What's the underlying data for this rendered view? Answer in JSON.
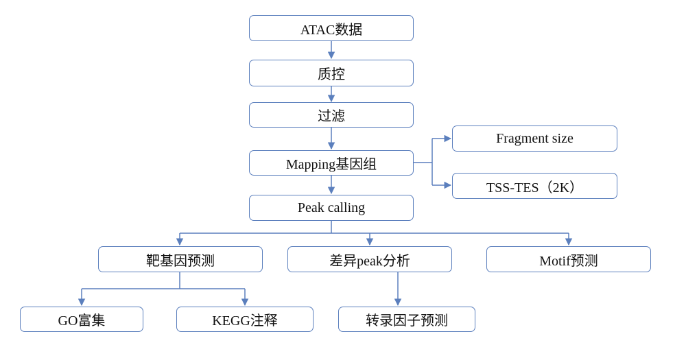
{
  "colors": {
    "border": "#5b7fbd",
    "arrow": "#5b7fbd",
    "text": "#111111",
    "background": "#ffffff"
  },
  "nodes": {
    "atac": "ATAC数据",
    "qc": "质控",
    "filter": "过滤",
    "mapping": "Mapping基因组",
    "fragment": "Fragment size",
    "tss": "TSS-TES（2K）",
    "peak": "Peak calling",
    "target": "靶基因预测",
    "diff": "差异peak分析",
    "motif": "Motif预测",
    "go": "GO富集",
    "kegg": "KEGG注释",
    "tf": "转录因子预测"
  }
}
